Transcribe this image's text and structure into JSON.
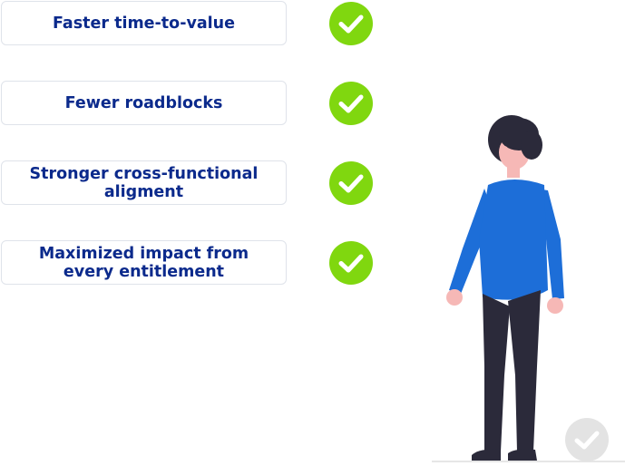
{
  "benefits": [
    {
      "label": "Faster time-to-value"
    },
    {
      "label": "Fewer roadblocks"
    },
    {
      "label": "Stronger cross-functional\naligment"
    },
    {
      "label": "Maximized impact from\nevery entitlement"
    }
  ],
  "colors": {
    "check_green": "#80d70f",
    "text_navy": "#0b2a8c",
    "card_border": "#dfe3ea",
    "shirt_blue": "#1d6ed8",
    "pants_dark": "#2b2a3a",
    "skin": "#f6b8b6",
    "hair": "#2b2a3a",
    "ghost_check": "#e3e3e3"
  },
  "icons": {
    "check": "check-circle-icon",
    "ground_check": "check-circle-icon"
  },
  "illustration": "person-standing-illustration"
}
